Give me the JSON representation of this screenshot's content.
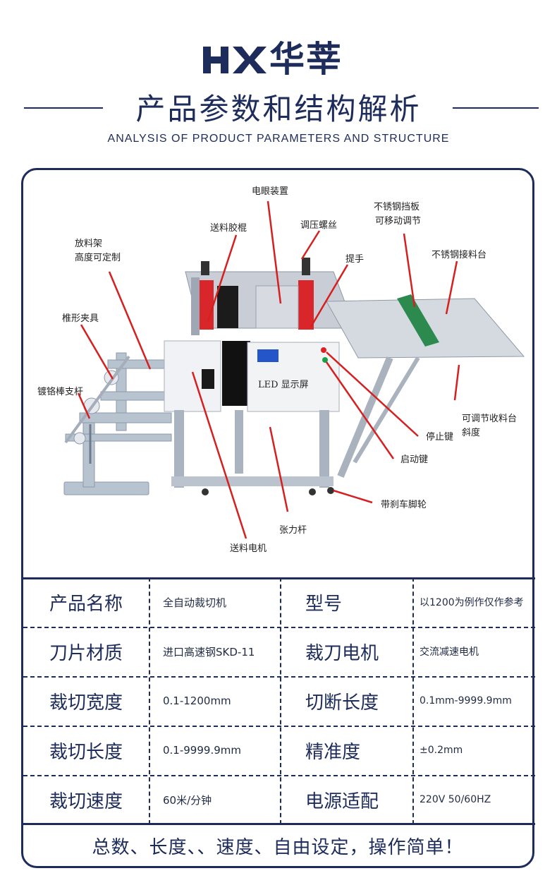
{
  "brand": {
    "logo_letters": "HX",
    "name": "华莘",
    "color": "#1d2c5a"
  },
  "header": {
    "title": "产品参数和结构解析",
    "subtitle": "ANALYSIS OF PRODUCT PARAMETERS AND STRUCTURE"
  },
  "callouts": {
    "eye": "电眼装置",
    "feed_roller": "送料胶棍",
    "pressure_screw": "调压螺丝",
    "baffle_1": "不锈钢挡板",
    "baffle_2": "可移动调节",
    "rack_1": "放料架",
    "rack_2": "高度可定制",
    "handle": "提手",
    "receive_table": "不锈钢接料台",
    "clamp": "椎形夹具",
    "chrome_rod": "镀铬棒支杆",
    "led": "LED 显示屏",
    "angle_1": "可调节收料台",
    "angle_2": "斜度",
    "stop_key": "停止键",
    "start_key": "启动键",
    "wheel": "带刹车脚轮",
    "tension_rod": "张力杆",
    "feed_motor": "送料电机"
  },
  "specs": [
    {
      "label_a": "产品名称",
      "value_a": "全自动裁切机",
      "label_b": "型号",
      "value_b": "以1200为例作仅作参考"
    },
    {
      "label_a": "刀片材质",
      "value_a": "进口高速钢SKD-11",
      "label_b": "裁刀电机",
      "value_b": "交流减速电机"
    },
    {
      "label_a": "裁切宽度",
      "value_a": "0.1-1200mm",
      "label_b": "切断长度",
      "value_b": "0.1mm-9999.9mm"
    },
    {
      "label_a": "裁切长度",
      "value_a": "0.1-9999.9mm",
      "label_b": "精准度",
      "value_b": "±0.2mm"
    },
    {
      "label_a": "裁切速度",
      "value_a": "60米/分钟",
      "label_b": "电源适配",
      "value_b": "220V 50/60HZ"
    }
  ],
  "footer_note": "总数、长度、、速度、自由设定，操作简单！"
}
